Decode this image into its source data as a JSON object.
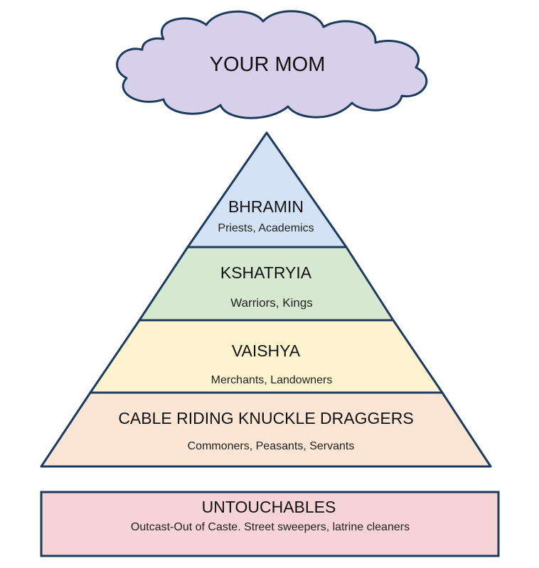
{
  "cloud": {
    "label": "YOUR MOM",
    "fill": "#d7d0ea"
  },
  "pyramid": {
    "outline_color": "#1c3a5e",
    "tiers": [
      {
        "title": "BHRAMIN",
        "subtitle": "Priests, Academics",
        "fill": "#d3e2f4"
      },
      {
        "title": "KSHATRYIA",
        "subtitle": "Warriors, Kings",
        "fill": "#d7e8d1"
      },
      {
        "title": "VAISHYA",
        "subtitle": "Merchants, Landowners",
        "fill": "#fdf3cf"
      },
      {
        "title": "CABLE RIDING KNUCKLE DRAGGERS",
        "subtitle": "Commoners, Peasants, Servants",
        "fill": "#fbe5d4"
      }
    ]
  },
  "base": {
    "title": "UNTOUCHABLES",
    "subtitle": "Outcast-Out of Caste. Street sweepers, latrine cleaners",
    "fill": "#f6d3d6"
  }
}
